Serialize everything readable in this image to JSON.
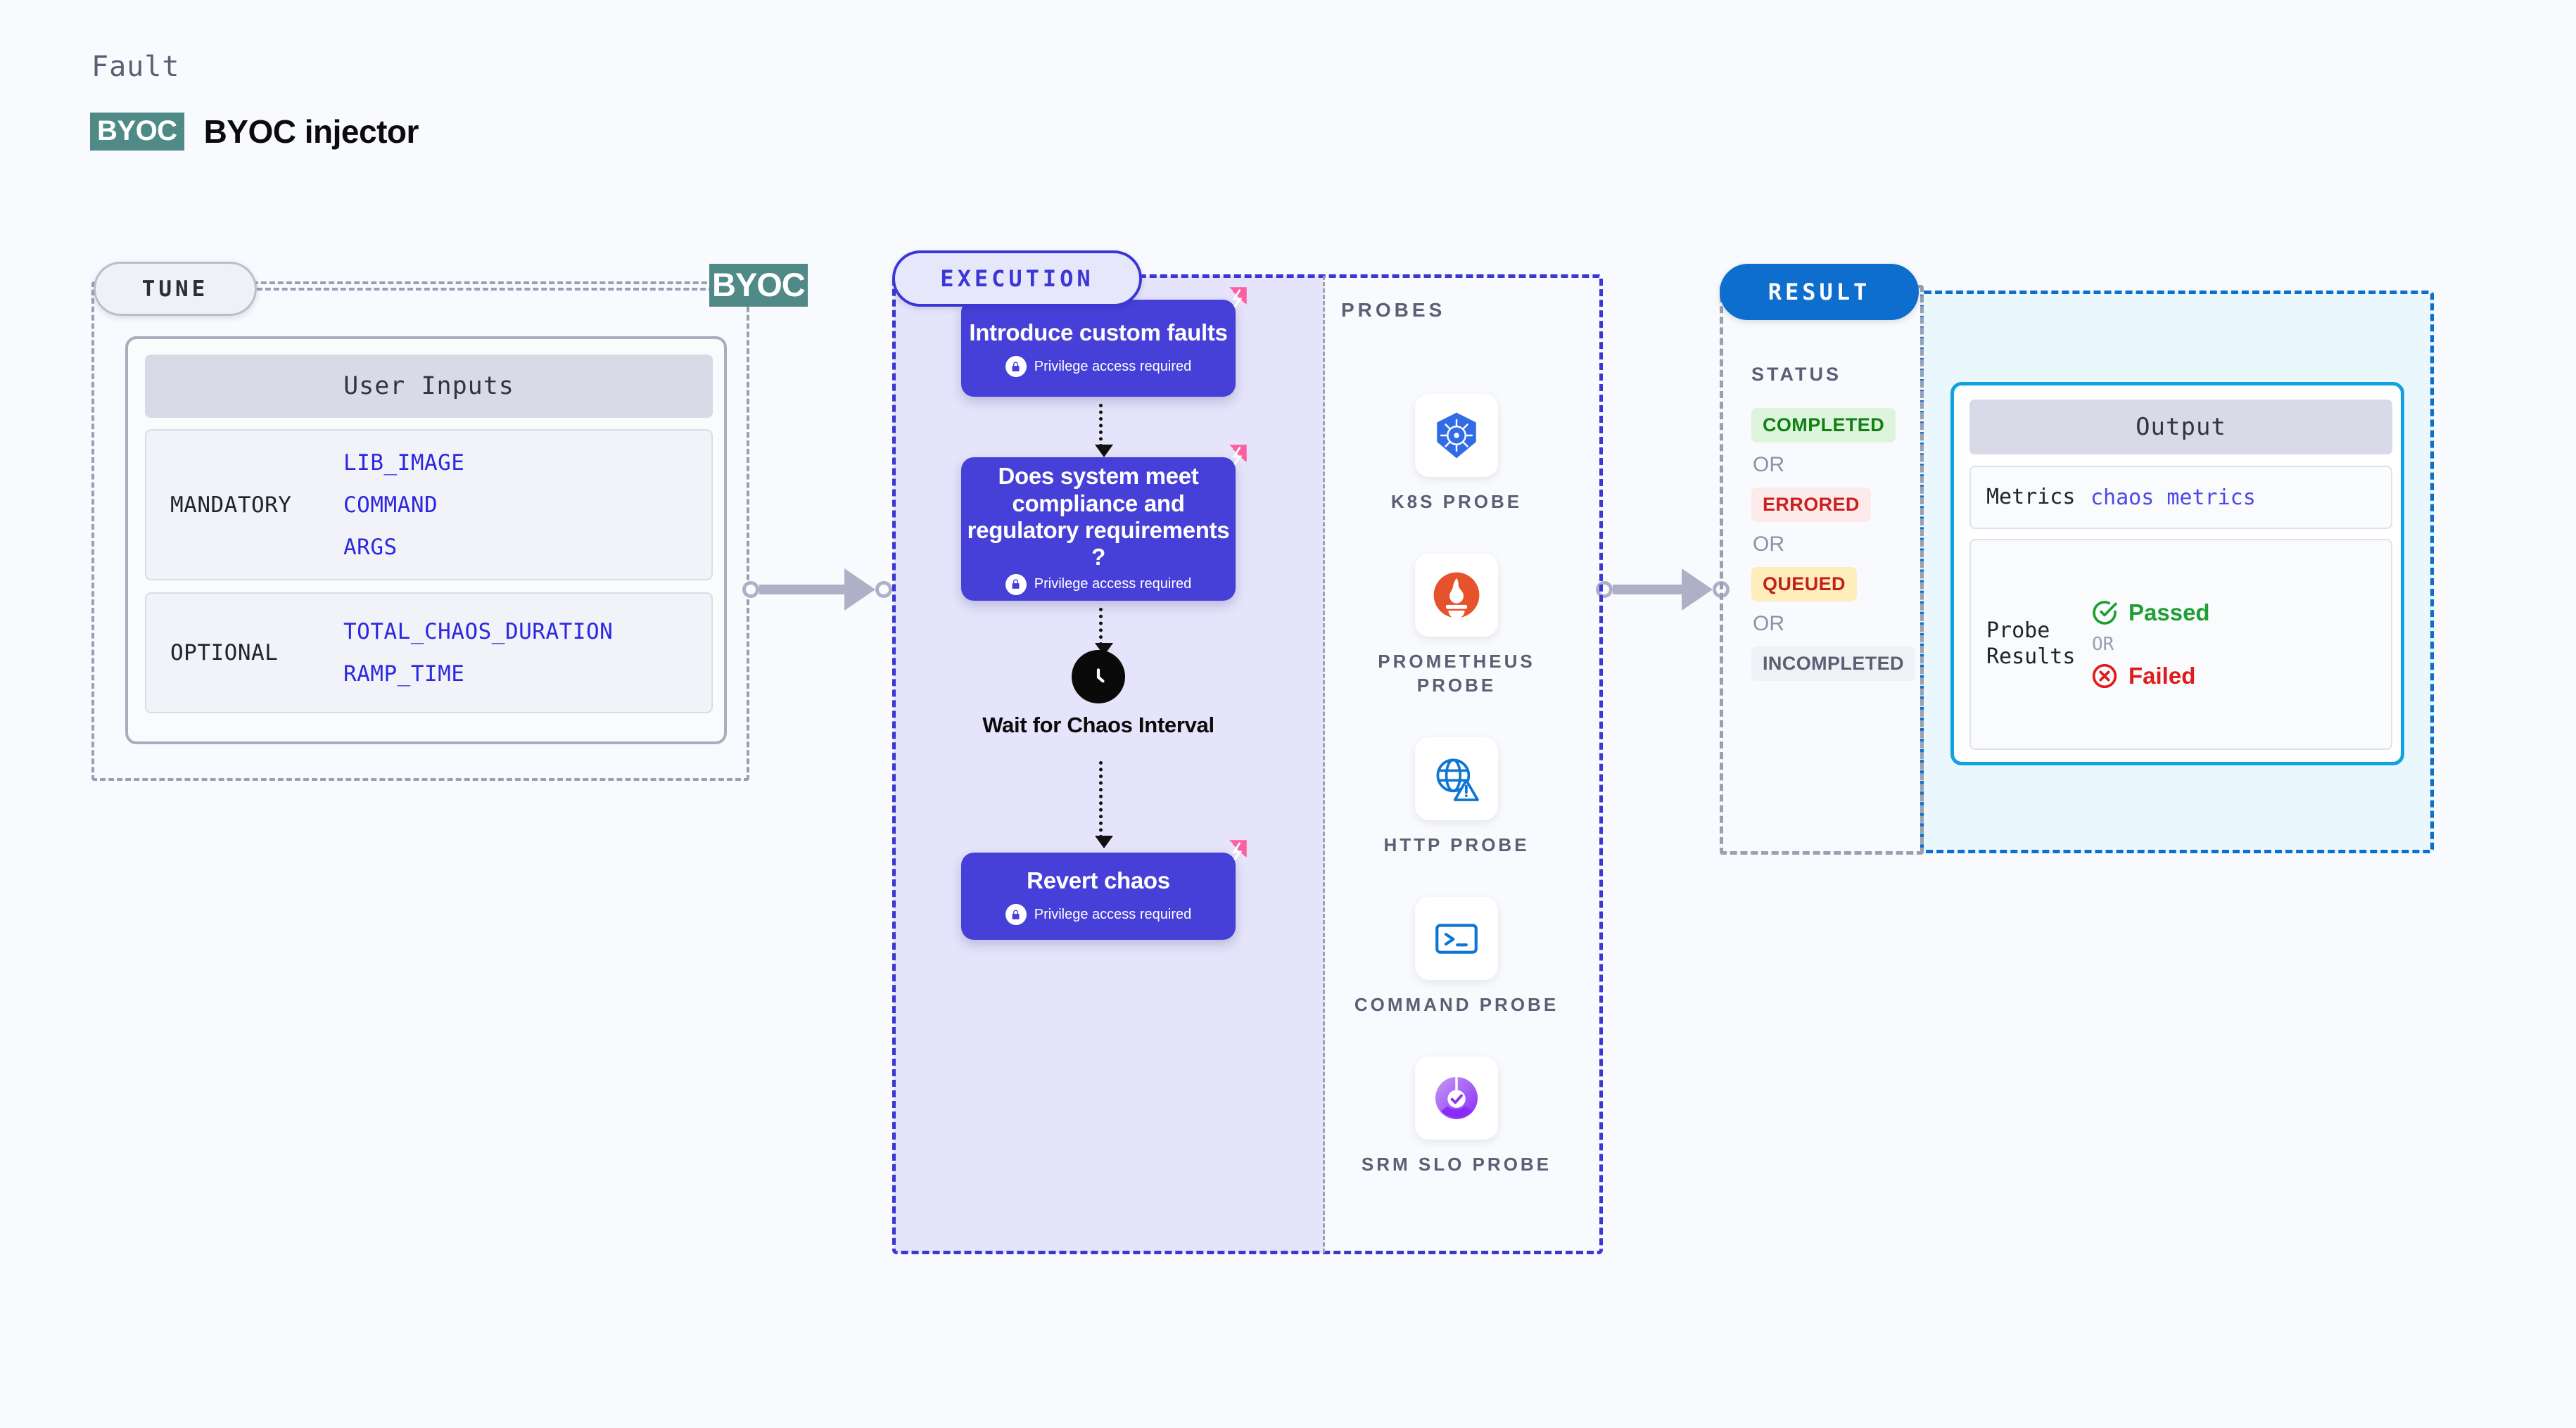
{
  "header": {
    "eyebrow": "Fault",
    "badge": "BYOC",
    "title": "BYOC injector"
  },
  "tune": {
    "pill_label": "TUNE",
    "byoc_tag": "BYOC",
    "card_title": "User Inputs",
    "groups": [
      {
        "label": "MANDATORY",
        "values": [
          "LIB_IMAGE",
          "COMMAND",
          "ARGS"
        ]
      },
      {
        "label": "OPTIONAL",
        "values": [
          "TOTAL_CHAOS_DURATION",
          "RAMP_TIME"
        ]
      }
    ]
  },
  "execution": {
    "pill_label": "EXECUTION",
    "privilege_note": "Privilege access required",
    "nodes": [
      {
        "title": "Introduce custom faults",
        "note": "Privilege access required"
      },
      {
        "title": "Does system meet compliance and regulatory requirements ?",
        "note": "Privilege access required"
      },
      {
        "title": "Revert chaos",
        "note": "Privilege access required"
      }
    ],
    "wait_label": "Wait for Chaos Interval"
  },
  "probes": {
    "section_label": "PROBES",
    "items": [
      {
        "name": "K8S PROBE",
        "icon": "kubernetes-icon"
      },
      {
        "name": "PROMETHEUS PROBE",
        "icon": "prometheus-icon"
      },
      {
        "name": "HTTP PROBE",
        "icon": "http-globe-icon"
      },
      {
        "name": "COMMAND PROBE",
        "icon": "terminal-icon"
      },
      {
        "name": "SRM SLO PROBE",
        "icon": "srm-slo-icon"
      }
    ]
  },
  "result": {
    "pill_label": "RESULT",
    "status_label": "STATUS",
    "or_label": "OR",
    "statuses": [
      {
        "label": "COMPLETED",
        "bg": "#ddf5dd",
        "fg": "#128012"
      },
      {
        "label": "ERRORED",
        "bg": "#fdeaea",
        "fg": "#cc1f1f"
      },
      {
        "label": "QUEUED",
        "bg": "#fdeebb",
        "fg": "#c21f1f"
      },
      {
        "label": "INCOMPLETED",
        "bg": "#f0f1f6",
        "fg": "#5b5f73"
      }
    ],
    "output": {
      "title": "Output",
      "metrics_key": "Metrics",
      "metrics_value": "chaos metrics",
      "probe_results_key": "Probe Results",
      "passed_label": "Passed",
      "failed_label": "Failed",
      "or_label": "OR",
      "passed_color": "#1e9e33",
      "failed_color": "#e01b1b"
    }
  },
  "colors": {
    "page_bg": "#f8fafd",
    "byoc_teal": "#4f8a87",
    "exec_purple": "#4640d8",
    "exec_fill": "#e5e4fa",
    "result_blue": "#0d6ecd",
    "output_cyan": "#12a2e0",
    "harness_pink": "#fb61a0"
  }
}
